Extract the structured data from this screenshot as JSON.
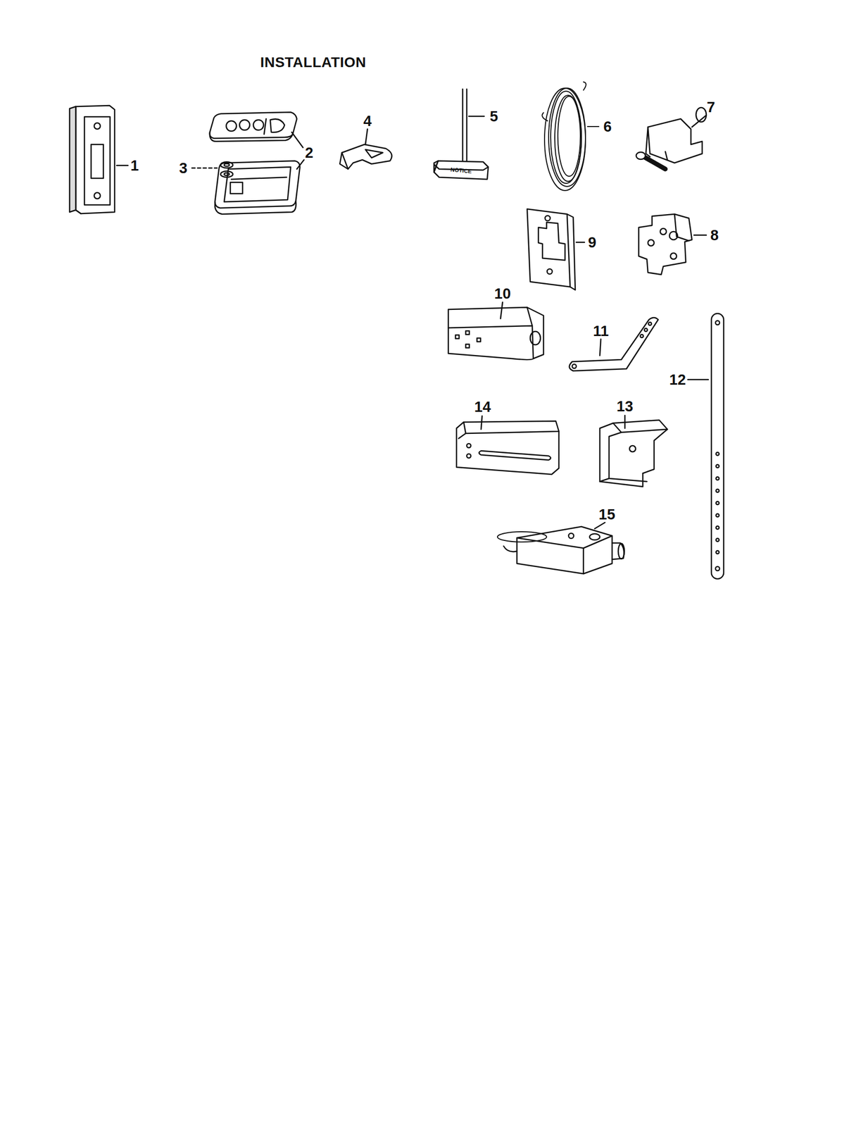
{
  "diagram": {
    "title": "INSTALLATION",
    "labels": [
      "1",
      "2",
      "3",
      "4",
      "5",
      "NOTICE",
      "6",
      "7",
      "8",
      "9",
      "10",
      "11",
      "12",
      "13",
      "14",
      "15"
    ]
  }
}
